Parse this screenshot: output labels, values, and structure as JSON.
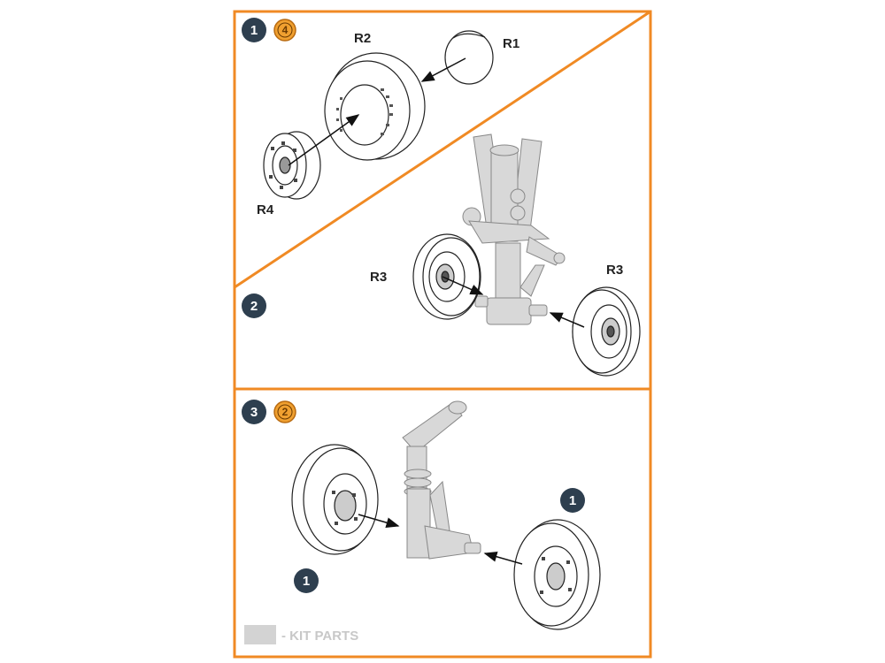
{
  "steps": [
    {
      "number": "1",
      "ref": "4"
    },
    {
      "number": "2"
    },
    {
      "number": "3",
      "ref": "2"
    }
  ],
  "parts": {
    "r1": "R1",
    "r2": "R2",
    "r3_left": "R3",
    "r3_right": "R3",
    "r4": "R4"
  },
  "step3_callouts": {
    "left": "1",
    "right": "1"
  },
  "legend": {
    "text": "- KIT PARTS",
    "swatch_color": "#d3d3d3"
  },
  "colors": {
    "frame": "#f08a24",
    "badge": "#2e3f4f",
    "ref_badge": "#f0a030",
    "kit_part": "#d8d8d8"
  }
}
